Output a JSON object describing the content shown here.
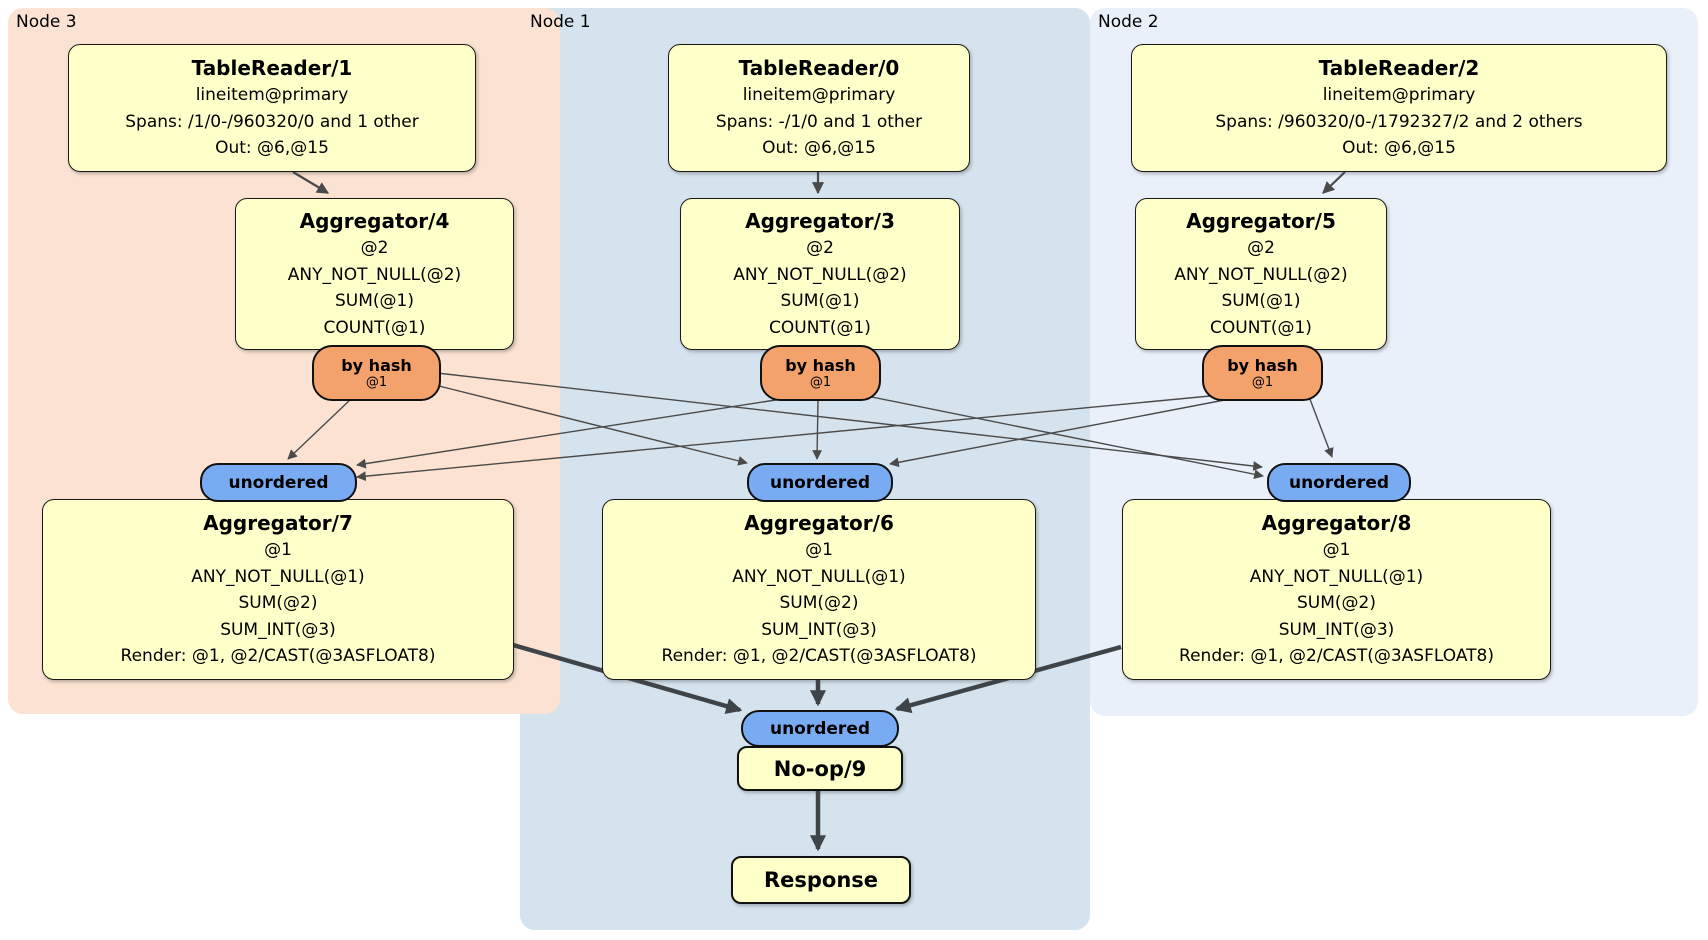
{
  "node_groups": {
    "node3": {
      "label": "Node 3"
    },
    "node1": {
      "label": "Node 1"
    },
    "node2": {
      "label": "Node 2"
    }
  },
  "processors": {
    "tablereader_1": {
      "title": "TableReader/1",
      "index": "lineitem@primary",
      "spans": "Spans: /1/0-/960320/0 and 1 other",
      "out": "Out: @6,@15"
    },
    "tablereader_0": {
      "title": "TableReader/0",
      "index": "lineitem@primary",
      "spans": "Spans: -/1/0 and 1 other",
      "out": "Out: @6,@15"
    },
    "tablereader_2": {
      "title": "TableReader/2",
      "index": "lineitem@primary",
      "spans": "Spans: /960320/0-/1792327/2 and 2 others",
      "out": "Out: @6,@15"
    },
    "aggregator_4": {
      "title": "Aggregator/4",
      "group_key": "@2",
      "aggs": [
        "ANY_NOT_NULL(@2)",
        "SUM(@1)",
        "COUNT(@1)"
      ]
    },
    "aggregator_3": {
      "title": "Aggregator/3",
      "group_key": "@2",
      "aggs": [
        "ANY_NOT_NULL(@2)",
        "SUM(@1)",
        "COUNT(@1)"
      ]
    },
    "aggregator_5": {
      "title": "Aggregator/5",
      "group_key": "@2",
      "aggs": [
        "ANY_NOT_NULL(@2)",
        "SUM(@1)",
        "COUNT(@1)"
      ]
    },
    "aggregator_7": {
      "title": "Aggregator/7",
      "group_key": "@1",
      "aggs": [
        "ANY_NOT_NULL(@1)",
        "SUM(@2)",
        "SUM_INT(@3)"
      ],
      "render": "Render: @1, @2/CAST(@3ASFLOAT8)"
    },
    "aggregator_6": {
      "title": "Aggregator/6",
      "group_key": "@1",
      "aggs": [
        "ANY_NOT_NULL(@1)",
        "SUM(@2)",
        "SUM_INT(@3)"
      ],
      "render": "Render: @1, @2/CAST(@3ASFLOAT8)"
    },
    "aggregator_8": {
      "title": "Aggregator/8",
      "group_key": "@1",
      "aggs": [
        "ANY_NOT_NULL(@1)",
        "SUM(@2)",
        "SUM_INT(@3)"
      ],
      "render": "Render: @1, @2/CAST(@3ASFLOAT8)"
    },
    "noop_9": {
      "title": "No-op/9"
    },
    "response": {
      "title": "Response"
    }
  },
  "routers": {
    "hash_4": {
      "label": "by hash",
      "key": "@1"
    },
    "hash_3": {
      "label": "by hash",
      "key": "@1"
    },
    "hash_5": {
      "label": "by hash",
      "key": "@1"
    }
  },
  "synchronizers": {
    "unordered_7": {
      "label": "unordered"
    },
    "unordered_6": {
      "label": "unordered"
    },
    "unordered_8": {
      "label": "unordered"
    },
    "unordered_out": {
      "label": "unordered"
    }
  },
  "colors": {
    "node3_bg": "#fbe2d2",
    "node1_bg": "#d4e3ee",
    "node2_bg": "#eaf0fa",
    "processor_bg": "#ffffc9",
    "router_bg": "#f4a26c",
    "sync_bg": "#79abf3",
    "edge_thin": "#4a4a4a",
    "edge_thick": "#3f4449"
  }
}
